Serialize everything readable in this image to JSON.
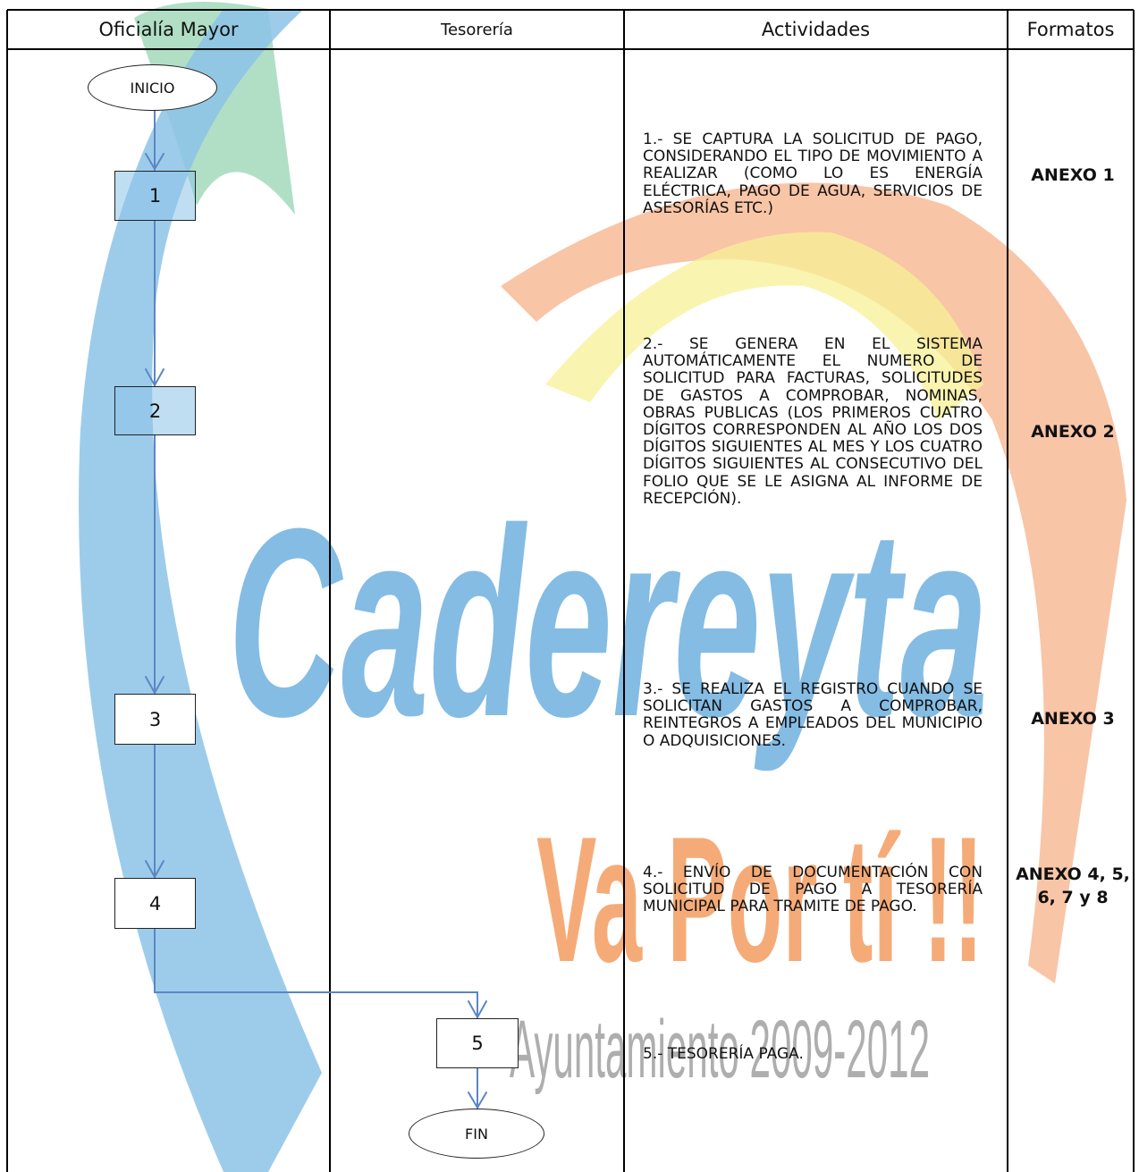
{
  "headers": {
    "col1": "Oficialía Mayor",
    "col2": "Tesorería",
    "col3": "Actividades",
    "col4": "Formatos"
  },
  "watermark": {
    "logo_text": "Cadereyta",
    "slogan": "Va Por tí !!",
    "footer": "Ayuntamiento 2009-2012",
    "colors": {
      "blue": "#6fb1e0",
      "green": "#8fd1ad",
      "orange": "#f5a36a",
      "yellow": "#f7ef7a"
    }
  },
  "flow": {
    "start": "INICIO",
    "end": "FIN",
    "steps": [
      "1",
      "2",
      "3",
      "4",
      "5"
    ],
    "arrow_color": "#5b86c4"
  },
  "activities": [
    "1.- SE CAPTURA LA SOLICITUD DE PAGO, CONSIDERANDO EL TIPO DE MOVIMIENTO A REALIZAR  (COMO LO ES ENERGÍA ELÉCTRICA, PAGO DE AGUA, SERVICIOS DE ASESORÍAS ETC.)",
    "2.- SE GENERA EN EL SISTEMA AUTOMÁTICAMENTE EL NUMERO DE SOLICITUD PARA FACTURAS, SOLICITUDES DE GASTOS A COMPROBAR, NOMINAS, OBRAS PUBLICAS  (LOS PRIMEROS CUATRO DÍGITOS CORRESPONDEN AL AÑO LOS DOS DÍGITOS SIGUIENTES AL MES Y LOS CUATRO DÍGITOS SIGUIENTES AL CONSECUTIVO DEL FOLIO QUE SE LE ASIGNA AL INFORME DE RECEPCIÓN).",
    "3.- SE REALIZA EL REGISTRO CUANDO SE SOLICITAN GASTOS A COMPROBAR, REINTEGROS A EMPLEADOS DEL MUNICIPIO O ADQUISICIONES.",
    "4.- ENVÍO DE DOCUMENTACIÓN CON SOLICITUD DE PAGO A TESORERÍA MUNICIPAL PARA TRAMITE DE PAGO.",
    "5.- TESORERÍA PAGA."
  ],
  "formats": [
    "ANEXO 1",
    "ANEXO 2",
    "ANEXO 3",
    "ANEXO 4, 5, 6, 7 y 8"
  ]
}
